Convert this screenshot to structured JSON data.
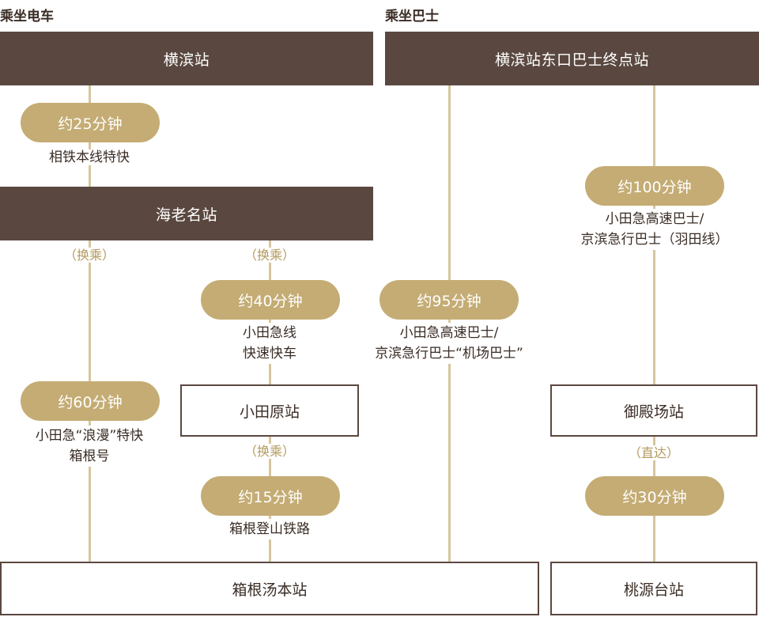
{
  "train": {
    "title": "乘坐电车",
    "yokohama": "横滨站",
    "time1": "约25分钟",
    "route1": "相铁本线特快",
    "ebina": "海老名站",
    "left": {
      "transfer": "（换乘）",
      "time": "约60分钟",
      "route_line1": "小田急“浪漫”特快",
      "route_line2": "箱根号"
    },
    "mid": {
      "transfer1": "（换乘）",
      "time1": "约40分钟",
      "route1_line1": "小田急线",
      "route1_line2": "快速快车",
      "odawara": "小田原站",
      "transfer2": "（换乘）",
      "time2": "约15分钟",
      "route2": "箱根登山铁路"
    },
    "destination": "箱根汤本站"
  },
  "bus": {
    "title": "乘坐巴士",
    "terminal": "横滨站东口巴士终点站",
    "left": {
      "time": "约95分钟",
      "route_line1": "小田急高速巴士/",
      "route_line2": "京滨急行巴士“机场巴士”"
    },
    "right": {
      "time1": "约100分钟",
      "route1_line1": "小田急高速巴士/",
      "route1_line2": "京滨急行巴士（羽田线）",
      "gotemba": "御殿场站",
      "transfer": "（直达）",
      "time2": "约30分钟"
    },
    "destination": "桃源台站"
  }
}
